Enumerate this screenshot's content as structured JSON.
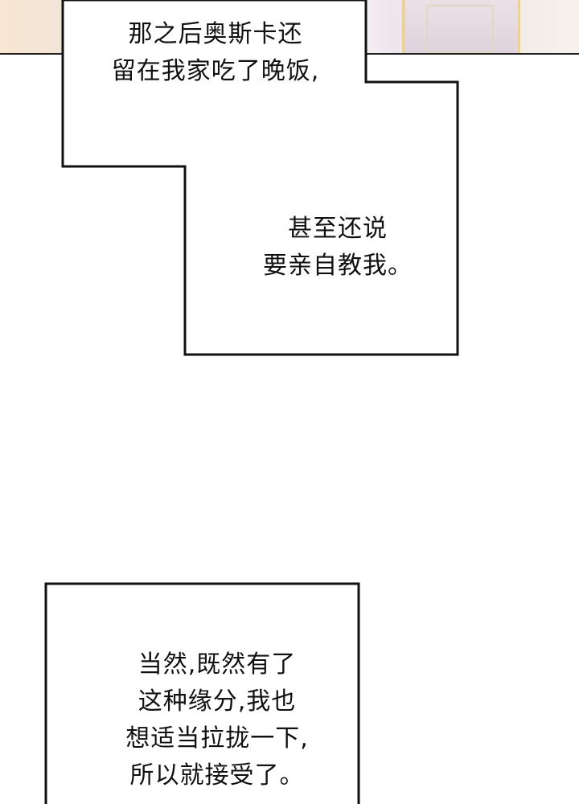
{
  "bubble1": {
    "lines": [
      "那之后奥斯卡还",
      "留在我家吃了晚饭,"
    ]
  },
  "bubble2": {
    "lines": [
      "甚至还说",
      "要亲自教我。"
    ]
  },
  "bubble3": {
    "lines": [
      "当然,既然有了",
      "这种缘分,我也",
      "想适当拉拢一下,",
      "所以就接受了。"
    ]
  }
}
